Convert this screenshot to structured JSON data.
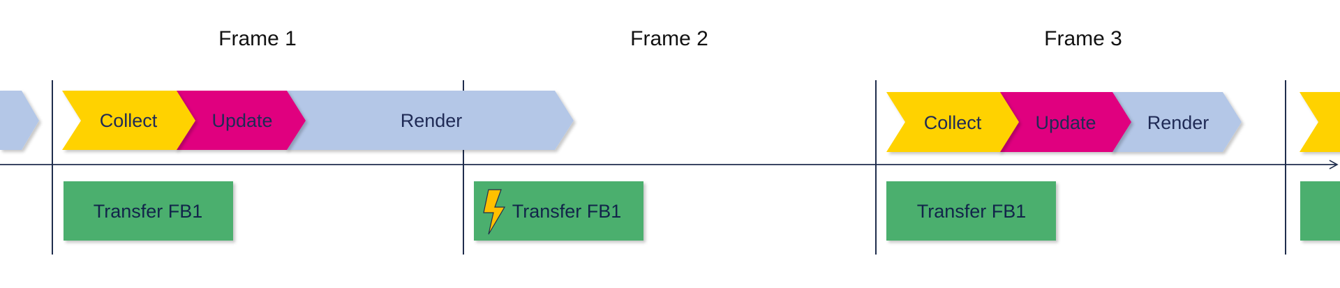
{
  "frames": [
    {
      "title": "Frame 1"
    },
    {
      "title": "Frame 2"
    },
    {
      "title": "Frame 3"
    }
  ],
  "stages": {
    "collect": "Collect",
    "update": "Update",
    "render": "Render"
  },
  "transfer_label": "Transfer FB1",
  "icons": {
    "interrupt": "lightning-bolt-icon"
  },
  "colors": {
    "collect": "#ffd200",
    "update": "#e0067f",
    "render": "#b4c7e7",
    "transfer": "#4caf6e",
    "axis": "#1f2d4d",
    "bolt": "#ffc000"
  }
}
